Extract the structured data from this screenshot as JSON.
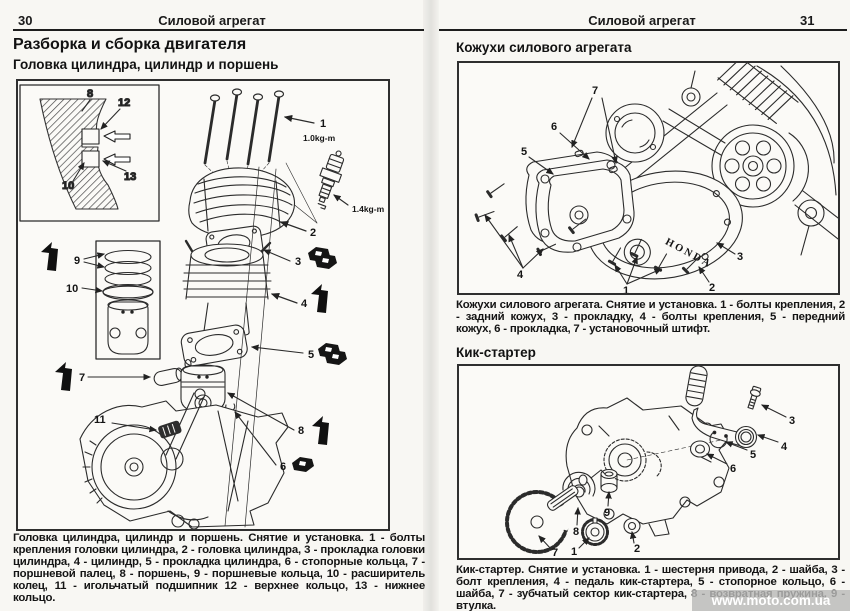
{
  "left_page": {
    "page_number": "30",
    "header": "Силовой агрегат",
    "title": "Разборка и сборка двигателя",
    "subtitle": "Головка цилиндра, цилиндр и поршень",
    "figure": {
      "torque_head_bolts": "1.0kg-m",
      "torque_spark_plug": "1.4kg-m",
      "callouts": {
        "c1": "1",
        "c2": "2",
        "c3": "3",
        "c4": "4",
        "c5": "5",
        "c6": "6",
        "c7": "7",
        "c8": "8",
        "c9": "9",
        "c10": "10",
        "c11": "11",
        "c12": "12",
        "c13": "13"
      }
    },
    "caption": "Головка цилиндра, цилиндр и поршень. Снятие и установка. 1 - болты крепления головки цилиндра, 2 - головка цилиндра, 3 - прокладка головки цилиндра, 4 - цилиндр, 5 - прокладка цилиндра, 6 - стопорные кольца, 7 - поршневой палец, 8 - поршень, 9 - поршневые кольца, 10 - расширитель колец, 11 - игольчатый подшипник 12 - верхнее кольцо, 13 - нижнее кольцо."
  },
  "right_page": {
    "header": "Силовой агрегат",
    "page_number": "31",
    "covers_section": {
      "title": "Кожухи силового агрегата",
      "figure": {
        "brand_logo": "HONDA",
        "callouts": {
          "c1": "1",
          "c2": "2",
          "c3": "3",
          "c4": "4",
          "c5": "5",
          "c6": "6",
          "c7": "7"
        }
      },
      "caption": "Кожухи силового агрегата. Снятие и установка. 1 - болты крепления, 2 - задний кожух, 3 - прокладку, 4 - болты крепления, 5 - передний кожух, 6 - прокладка, 7 - установочный штифт."
    },
    "kick_section": {
      "title": "Кик-стартер",
      "figure": {
        "callouts": {
          "c1": "1",
          "c2": "2",
          "c3": "3",
          "c4": "4",
          "c5": "5",
          "c6": "6",
          "c7": "7",
          "c8": "8",
          "c9": "9"
        }
      },
      "caption": "Кик-стартер. Снятие и установка. 1 - шестерня привода, 2 - шайба, 3 - болт крепления, 4 - педаль кик-стартера, 5 - стопорное кольцо, 6 - шайба, 7 - зубчатый сектор кик-стартера, 8 - возвратная пружина, 9 - втулка."
    }
  },
  "watermark": "www.moto.com.ua"
}
